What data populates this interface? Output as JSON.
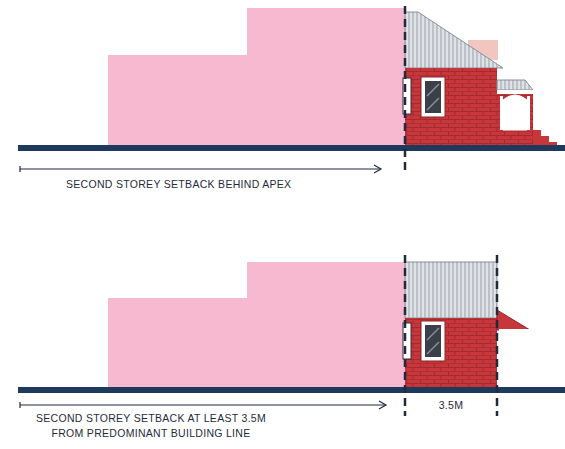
{
  "diagram": {
    "labels": [
      "SECOND STOREY SETBACK BEHIND APEX",
      "SECOND STOREY SETBACK AT LEAST 3.5M FROM PREDOMINANT BUILDING LINE",
      "3.5M"
    ]
  }
}
